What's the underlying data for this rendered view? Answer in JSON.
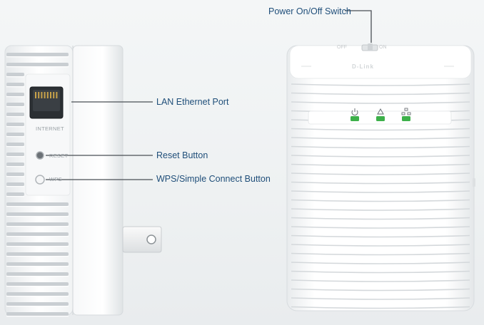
{
  "callouts": {
    "lan": "LAN Ethernet Port",
    "reset": "Reset Button",
    "wps": "WPS/Simple Connect Button",
    "power": "Power On/Off Switch"
  },
  "device_side": {
    "port_label": "INTERNET",
    "reset_label": "RESET",
    "wps_label": "WPS"
  },
  "device_front": {
    "logo": "D-Link",
    "switch_off": "OFF",
    "switch_on": "ON",
    "leds": [
      {
        "icon": "power-icon",
        "color": "#3db04a"
      },
      {
        "icon": "powerline-icon",
        "color": "#3db04a"
      },
      {
        "icon": "network-icon",
        "color": "#3db04a"
      }
    ]
  },
  "colors": {
    "callout_text": "#1f4e79",
    "leader_line": "#4a4f55",
    "led_green": "#3db04a",
    "device_body": "#ffffff"
  }
}
